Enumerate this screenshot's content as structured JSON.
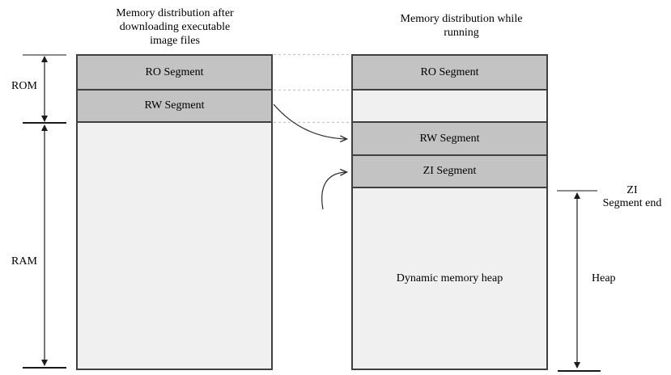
{
  "left_column": {
    "title_lines": [
      "Memory distribution after",
      "downloading executable",
      "image files"
    ],
    "segments": [
      {
        "label": "RO Segment"
      },
      {
        "label": "RW Segment"
      }
    ]
  },
  "right_column": {
    "title_lines": [
      "Memory distribution while",
      "running"
    ],
    "segments": [
      {
        "label": "RO Segment"
      },
      {
        "label": "RW Segment"
      },
      {
        "label": "ZI Segment"
      }
    ],
    "heap_area_label": "Dynamic memory heap"
  },
  "annotations": {
    "rom_label": "ROM",
    "ram_label": "RAM",
    "heap_label": "Heap",
    "zi_segment_end_lines": [
      "ZI",
      "Segment end"
    ]
  },
  "colors": {
    "segment_fill": "#c3c3c3",
    "area_fill": "#f0f0f0",
    "border": "#3f3f3f",
    "dashed_connector": "#c6c6c6",
    "tick_gray": "#8a8a8a",
    "arrow_black": "#1a1a1a",
    "background": "#ffffff"
  }
}
